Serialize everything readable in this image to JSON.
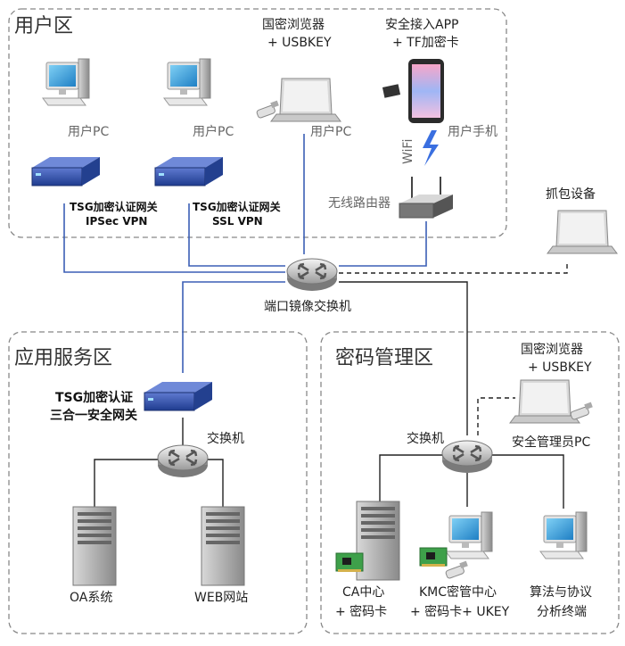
{
  "zones": {
    "user": "用户区",
    "app_service": "应用服务区",
    "crypto_mgmt": "密码管理区"
  },
  "nodes": {
    "pc1": "用户PC",
    "pc2": "用户PC",
    "laptop_user": "用户PC",
    "laptop_user_note1": "国密浏览器",
    "laptop_user_note2": "+ USBKEY",
    "phone": "用户手机",
    "phone_note1": "安全接入APP",
    "phone_note2": "+ TF加密卡",
    "wifi": "WiFi",
    "gw_ipsec1": "TSG加密认证网关",
    "gw_ipsec2": "IPSec VPN",
    "gw_ssl1": "TSG加密认证网关",
    "gw_ssl2": "SSL VPN",
    "router": "无线路由器",
    "sniffer": "抓包设备",
    "mirror_switch": "端口镜像交换机",
    "gw_3in1_1": "TSG加密认证",
    "gw_3in1_2": "三合一安全网关",
    "app_switch": "交换机",
    "oa": "OA系统",
    "web": "WEB网站",
    "crypto_switch": "交换机",
    "admin_pc": "安全管理员PC",
    "admin_note1": "国密浏览器",
    "admin_note2": "+ USBKEY",
    "ca1": "CA中心",
    "ca2": "+ 密码卡",
    "kmc1": "KMC密管中心",
    "kmc2": "+ 密码卡+ UKEY",
    "algo1": "算法与协议",
    "algo2": "分析终端"
  },
  "colors": {
    "blue_link": "#3b5fb5",
    "black_link": "#222222",
    "zone_border": "#888888"
  }
}
